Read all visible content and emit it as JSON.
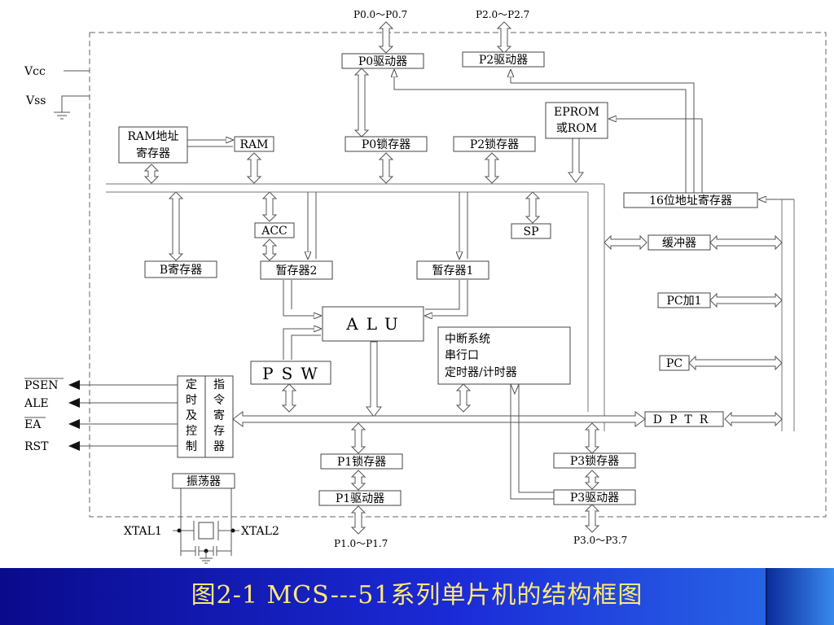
{
  "figure": {
    "caption": "图2-1    MCS---51系列单片机的结构框图",
    "pins": {
      "vcc": "Vcc",
      "vss": "Vss",
      "psen": "PSEN",
      "ale": "ALE",
      "ea": "EA",
      "rst": "RST",
      "xtal1": "XTAL1",
      "xtal2": "XTAL2"
    },
    "ports": {
      "p0": "P0.0～P0.7",
      "p2": "P2.0～P2.7",
      "p1": "P1.0～P1.7",
      "p3": "P3.0～P3.7"
    },
    "blocks": {
      "p0_driver": "P0驱动器",
      "p2_driver": "P2驱动器",
      "eprom": [
        "EPROM",
        "或ROM"
      ],
      "ram_addr": [
        "RAM地址",
        "寄存器"
      ],
      "ram": "RAM",
      "p0_latch": "P0锁存器",
      "p2_latch": "P2锁存器",
      "addr16": "16位地址寄存器",
      "b_reg": "B寄存器",
      "acc": "ACC",
      "sp": "SP",
      "buffer": "缓冲器",
      "temp2": "暂存器2",
      "temp1": "暂存器1",
      "pc_inc": "PC加1",
      "alu": "ALU",
      "interrupt": [
        "中断系统",
        "串行口",
        "定时器/计时器"
      ],
      "pc": "PC",
      "psw": "PSW",
      "timing": [
        "定",
        "时",
        "及",
        "控",
        "制"
      ],
      "instr_reg": [
        "指",
        "令",
        "寄",
        "存",
        "器"
      ],
      "dptr": "DPTR",
      "p1_latch": "P1锁存器",
      "p3_latch": "P3锁存器",
      "oscillator": "振荡器",
      "p1_driver": "P1驱动器",
      "p3_driver": "P3驱动器"
    }
  }
}
